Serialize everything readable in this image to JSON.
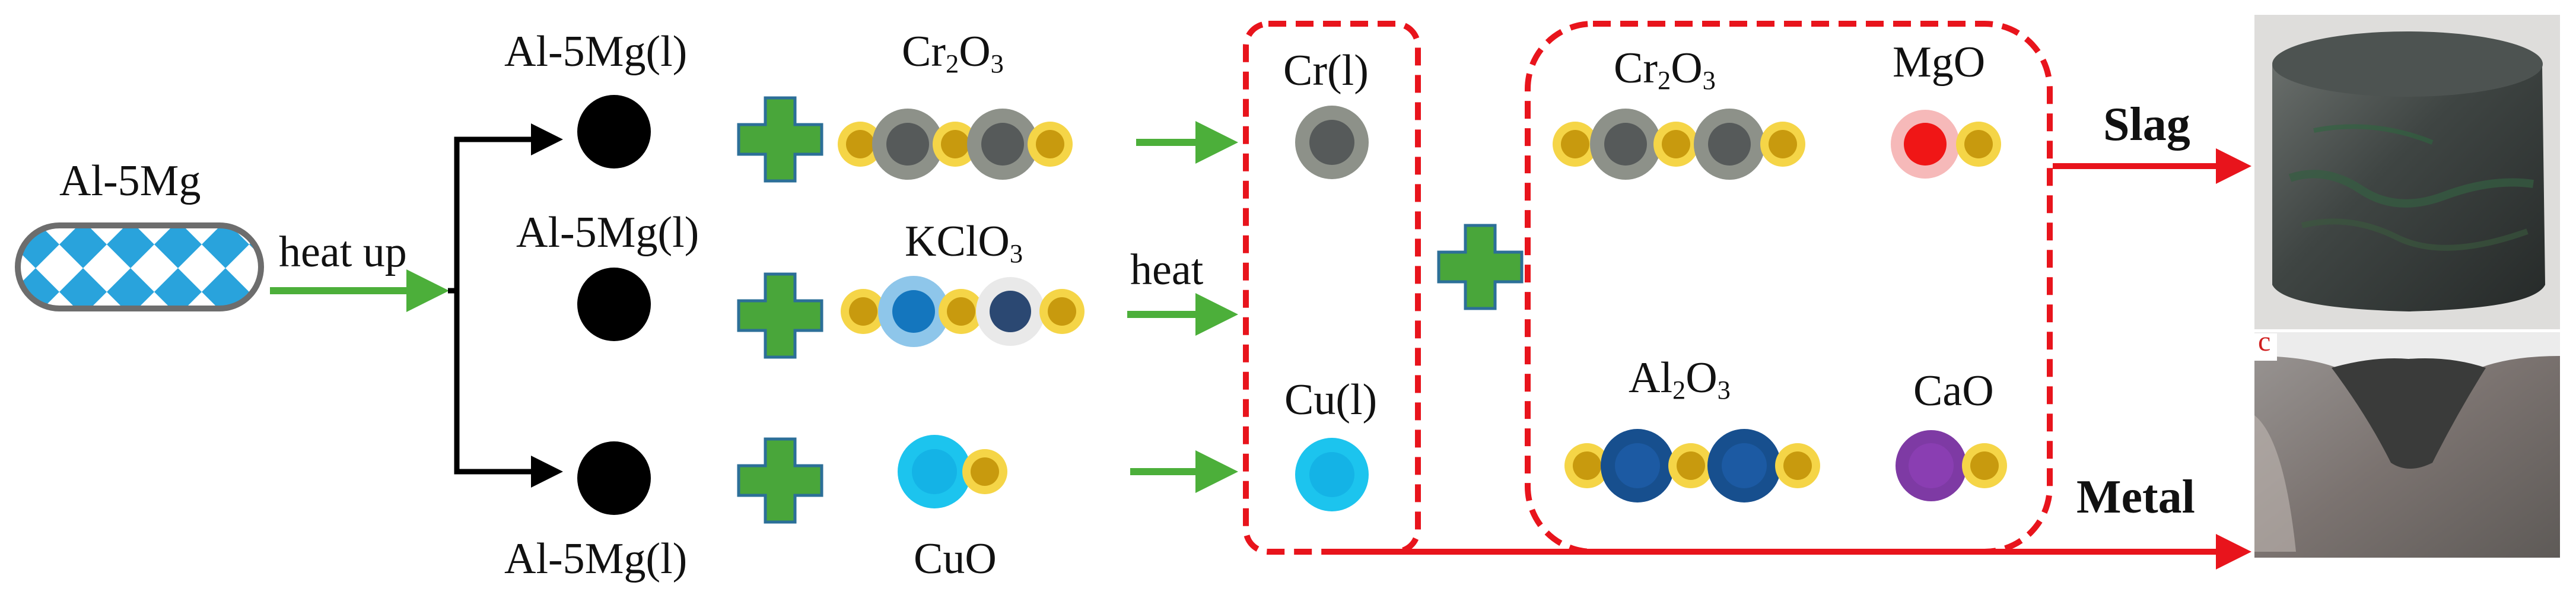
{
  "feed": {
    "label": "Al-5Mg",
    "process": "heat up"
  },
  "reactant_label": "Al-5Mg(l)",
  "rows": [
    {
      "top_label": "Al-5Mg(l)",
      "oxide_pre": "Cr",
      "oxide_sub1": "2",
      "oxide_mid": "O",
      "oxide_sub2": "3",
      "oxide_post": ""
    },
    {
      "top_label": "Al-5Mg(l)",
      "oxide_pre": "KClO",
      "oxide_sub1": "3",
      "oxide_mid": "",
      "oxide_sub2": "",
      "oxide_post": ""
    },
    {
      "bottom_label": "Al-5Mg(l)",
      "oxide_pre": "CuO",
      "oxide_sub1": "",
      "oxide_mid": "",
      "oxide_sub2": "",
      "oxide_post": ""
    }
  ],
  "heat_label": "heat",
  "metals": [
    {
      "label": "Cr(l)"
    },
    {
      "label": "Cu(l)"
    }
  ],
  "products": {
    "cr2o3": {
      "pre": "Cr",
      "sub1": "2",
      "mid": "O",
      "sub2": "3"
    },
    "mgo": {
      "label": "MgO"
    },
    "al2o3": {
      "pre": "Al",
      "sub1": "2",
      "mid": "O",
      "sub2": "3"
    },
    "cao": {
      "label": "CaO"
    }
  },
  "outputs": {
    "slag": "Slag",
    "metal": "Metal"
  },
  "photo_marker": "c",
  "colors": {
    "arrow_green": "#4caf3a",
    "arrow_red": "#e8141c",
    "cross_green": "#49a63a",
    "oxygen_yellow": "#f5d547",
    "oxygen_core": "#c89a0e",
    "cr_gray": "#8d9189",
    "cr_core": "#565a5a",
    "cu_cyan": "#1cc4ee",
    "al_blue": "#174f8e",
    "ca_purple": "#7e3aa4",
    "mg_red": "#f01616",
    "pattern_blue": "#29a3dc"
  }
}
